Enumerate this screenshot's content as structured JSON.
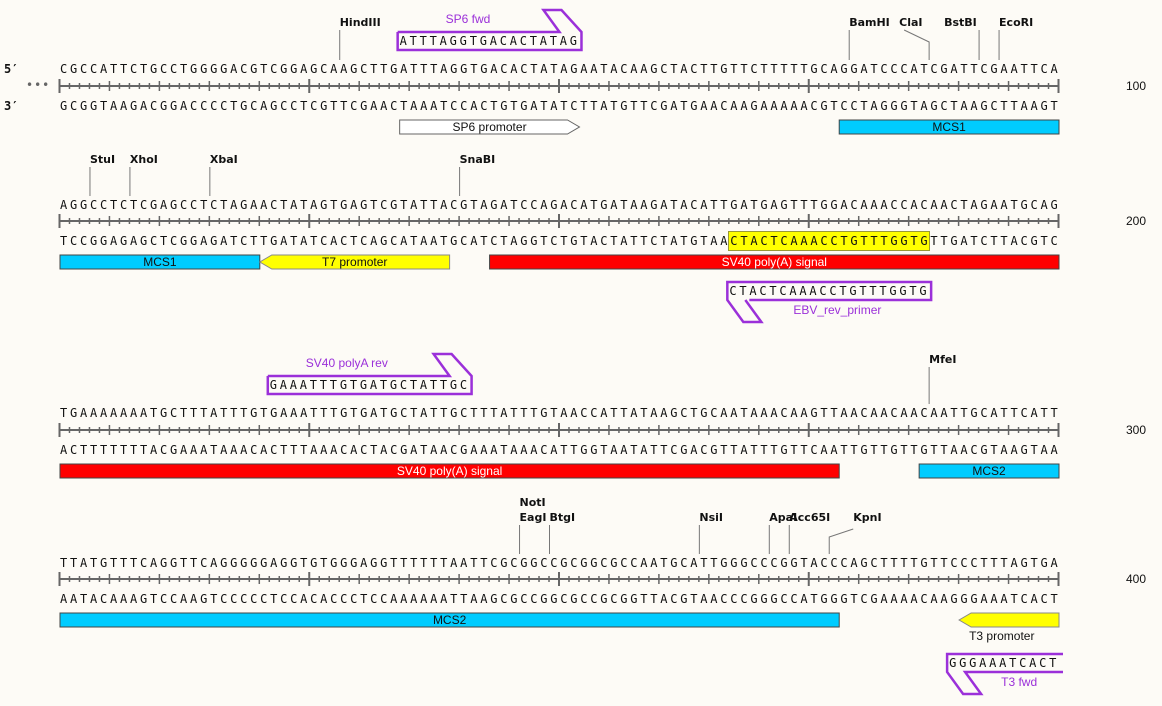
{
  "strand_labels": {
    "top": "5′",
    "bottom": "3′",
    "continuation": "•••"
  },
  "colors": {
    "mcs": "#00ccff",
    "promoter_yellow": "#ffff00",
    "sv40": "#ff0000",
    "sp6": "#ffffff",
    "primer": "#9b30d9",
    "ruler": "#666666"
  },
  "rows": [
    {
      "top": "CGCCATTCTGCCTGGGGACGTCGGAGCAAGCTTGATTTAGGTGACACTATAGAATACAAGCTACTTGTTCTTTTTGCAGGATCCCATCGATTCGAATTCA",
      "bottom": "GCGGTAAGACGGACCCCTGCAGCCTCGTTCGAACTAAATCCACTGTGATATCTTATGTTCGATGAACAAGAAAAACGTCCTAGGGTAGCTAAGCTTAAGT",
      "end_position": "100",
      "enzymes": [
        {
          "name": "HindIII",
          "site": 28
        },
        {
          "name": "BamHI",
          "site": 79
        },
        {
          "name": "ClaI",
          "site": 87
        },
        {
          "name": "BstBI",
          "site": 92
        },
        {
          "name": "EcoRI",
          "site": 94
        }
      ],
      "features": [
        {
          "name": "SP6 promoter",
          "start": 34,
          "end": 52,
          "type": "sp6",
          "direction": "right"
        },
        {
          "name": "MCS1",
          "start": 78,
          "end": 100,
          "type": "mcs",
          "direction": "none"
        }
      ],
      "primers": [
        {
          "name": "SP6 fwd",
          "sequence": "ATTTAGGTGACACTATAG",
          "start": 34,
          "direction": "forward"
        }
      ]
    },
    {
      "top": "AGGCCTCTCGAGCCTCTAGAACTATAGTGAGTCGTATTACGTAGATCCAGACATGATAAGATACATTGATGAGTTTGGACAAACCACAACTAGAATGCAG",
      "bottom": "TCCGGAGAGCTCGGAGATCTTGATATCACTCAGCATAATGCATCTAGGTCTGTACTATTCTATGTAACTACTCAAACCTGTTTGGTGTTGATCTTACGTC",
      "end_position": "200",
      "enzymes": [
        {
          "name": "StuI",
          "site": 3
        },
        {
          "name": "XhoI",
          "site": 7
        },
        {
          "name": "XbaI",
          "site": 15
        },
        {
          "name": "SnaBI",
          "site": 40
        }
      ],
      "features": [
        {
          "name": "MCS1",
          "start": 0,
          "end": 20,
          "type": "mcs",
          "direction": "none"
        },
        {
          "name": "T7 promoter",
          "start": 20,
          "end": 39,
          "type": "promoter_yellow",
          "direction": "left"
        },
        {
          "name": "SV40 poly(A) signal",
          "start": 43,
          "end": 100,
          "type": "sv40",
          "direction": "none"
        }
      ],
      "highlight": {
        "start": 67,
        "end": 87
      },
      "primers": [
        {
          "name": "EBV_rev_primer",
          "sequence": "CTACTCAAACCTGTTTGGTG",
          "start": 67,
          "direction": "reverse"
        }
      ]
    },
    {
      "top": "TGAAAAAAATGCTTTATTTGTGAAATTTGTGATGCTATTGCTTTATTTGTAACCATTATAAGCTGCAATAAACAAGTTAACAACAACAATTGCATTCATT",
      "bottom": "ACTTTTTTTACGAAATAAACACTTTAAACACTACGATAACGAAATAAACATTGGTAATATTCGACGTTATTTGTTCAATTGTTGTTGTTAACGTAAGTAA",
      "end_position": "300",
      "enzymes": [
        {
          "name": "MfeI",
          "site": 87
        }
      ],
      "features": [
        {
          "name": "SV40 poly(A) signal",
          "start": 0,
          "end": 78,
          "type": "sv40",
          "direction": "none"
        },
        {
          "name": "MCS2",
          "start": 86,
          "end": 100,
          "type": "mcs",
          "direction": "none"
        }
      ],
      "primers": [
        {
          "name": "SV40 polyA rev",
          "sequence": "GAAATTTGTGATGCTATTGC",
          "start": 21,
          "direction": "forward"
        }
      ]
    },
    {
      "top": "TTATGTTTCAGGTTCAGGGGGAGGTGTGGGAGGTTTTTTAATTCGCGGCCGCGGCGCCAATGCATTGGGCCCGGTACCCAGCTTTTGTTCCCTTTAGTGA",
      "bottom": "AATACAAAGTCCAAGTCCCCCTCCACACCCTCCAAAAAATTAAGCGCCGGCGCCGCGGTTACGTAACCCGGGCCATGGGTCGAAAACAAGGGAAATCACT",
      "end_position": "400",
      "enzymes": [
        {
          "name": "NotI",
          "site": 46,
          "stack": 2
        },
        {
          "name": "EagI",
          "site": 46,
          "stack": 1
        },
        {
          "name": "BtgI",
          "site": 49
        },
        {
          "name": "NsiI",
          "site": 64
        },
        {
          "name": "ApaI",
          "site": 71
        },
        {
          "name": "Acc65I",
          "site": 73
        },
        {
          "name": "KpnI",
          "site": 77
        }
      ],
      "features": [
        {
          "name": "MCS2",
          "start": 0,
          "end": 78,
          "type": "mcs",
          "direction": "none"
        },
        {
          "name": "T3 promoter",
          "start": 90,
          "end": 100,
          "type": "promoter_yellow",
          "direction": "left"
        }
      ],
      "primers": [
        {
          "name": "T3 fwd",
          "sequence": "GGGAAATCACT",
          "start": 89,
          "direction": "reverse"
        }
      ]
    }
  ]
}
